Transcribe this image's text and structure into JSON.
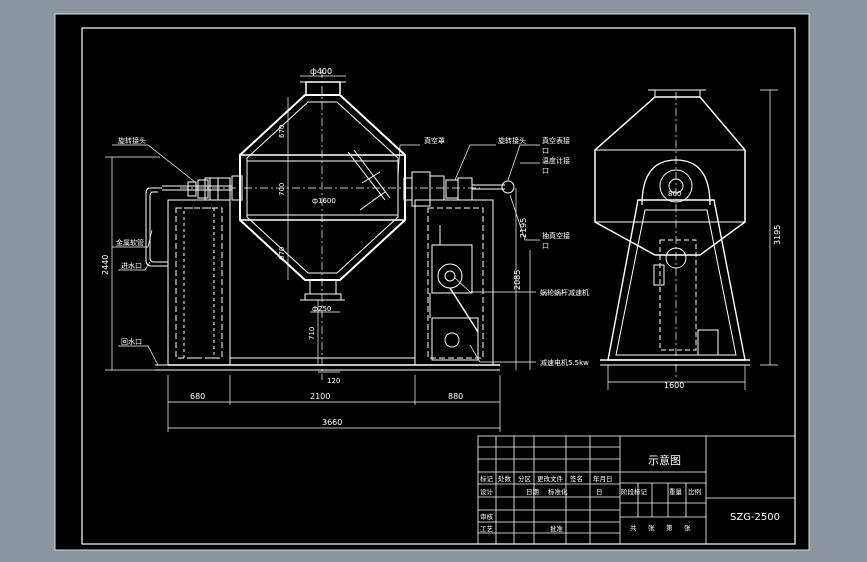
{
  "colors": {
    "background": "#8a949e",
    "sheet": "#000000",
    "line": "#ffffff",
    "frame_shade": "#1a1a1a"
  },
  "front_view": {
    "dim_top": "ф400",
    "dim_670_a": "670",
    "dim_700": "700",
    "dim_670_b": "670",
    "dim_phi1600": "ф1600",
    "dim_phi250": "ф250",
    "dim_710": "710",
    "dim_120": "120",
    "dim_2440": "2440",
    "dim_680": "680",
    "dim_2100": "2100",
    "dim_880": "880",
    "dim_3660": "3660",
    "dim_2195": "2195",
    "dim_2085": "2085",
    "lbl_rotary_joint_left": "旋转接头",
    "lbl_metal_hose": "金属软管",
    "lbl_water_inlet": "进水口",
    "lbl_water_outlet": "回水口",
    "lbl_vacuum_filter": "真空罩",
    "lbl_rotary_joint_right": "旋转接头",
    "lbl_vacuum_gauge_joint": "真空表接",
    "lbl_kou1": "口",
    "lbl_thermometer_joint": "温度计接",
    "lbl_kou2": "口",
    "lbl_vacuum_pump_joint": "抽真空接",
    "lbl_kou3": "口",
    "lbl_reducer": "蜗轮蜗杆减速机",
    "lbl_motor": "减速电机5.5kw"
  },
  "side_view": {
    "dim_1600": "1600",
    "dim_3195": "3195",
    "dim_800": "800"
  },
  "title_block": {
    "drawing_title": "示意图",
    "model": "SZG-2500",
    "row_header": [
      "标记",
      "处数",
      "分区",
      "更改文件",
      "签名",
      "年月日"
    ],
    "row_design": [
      "设计",
      "",
      "日期",
      "标准化",
      "",
      "日"
    ],
    "row_check": "审核",
    "row_craft": "工艺",
    "approve": "批准",
    "stage_mark": "阶段标记",
    "weight": "重量",
    "scale": "比例",
    "sheets": [
      "共",
      "张",
      "第",
      "张"
    ]
  }
}
